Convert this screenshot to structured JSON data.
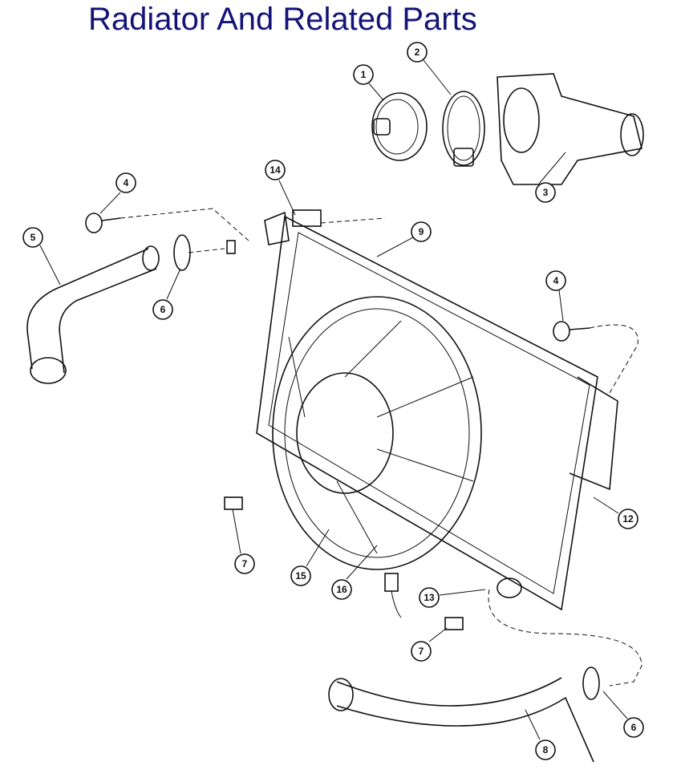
{
  "title": "Radiator And Related Parts",
  "callouts": {
    "thermostat": "1",
    "gasket": "2",
    "thermostat_housing": "3",
    "bolt_upper": "4",
    "bolt_right": "4",
    "upper_hose": "5",
    "clamp_upper": "6",
    "clamp_lower": "6",
    "isolator_left": "7",
    "isolator_lower": "7",
    "lower_hose": "8",
    "radiator": "9",
    "bracket": "12",
    "drain": "13",
    "cap_neck": "14",
    "fan_shroud": "15",
    "connector": "16"
  }
}
